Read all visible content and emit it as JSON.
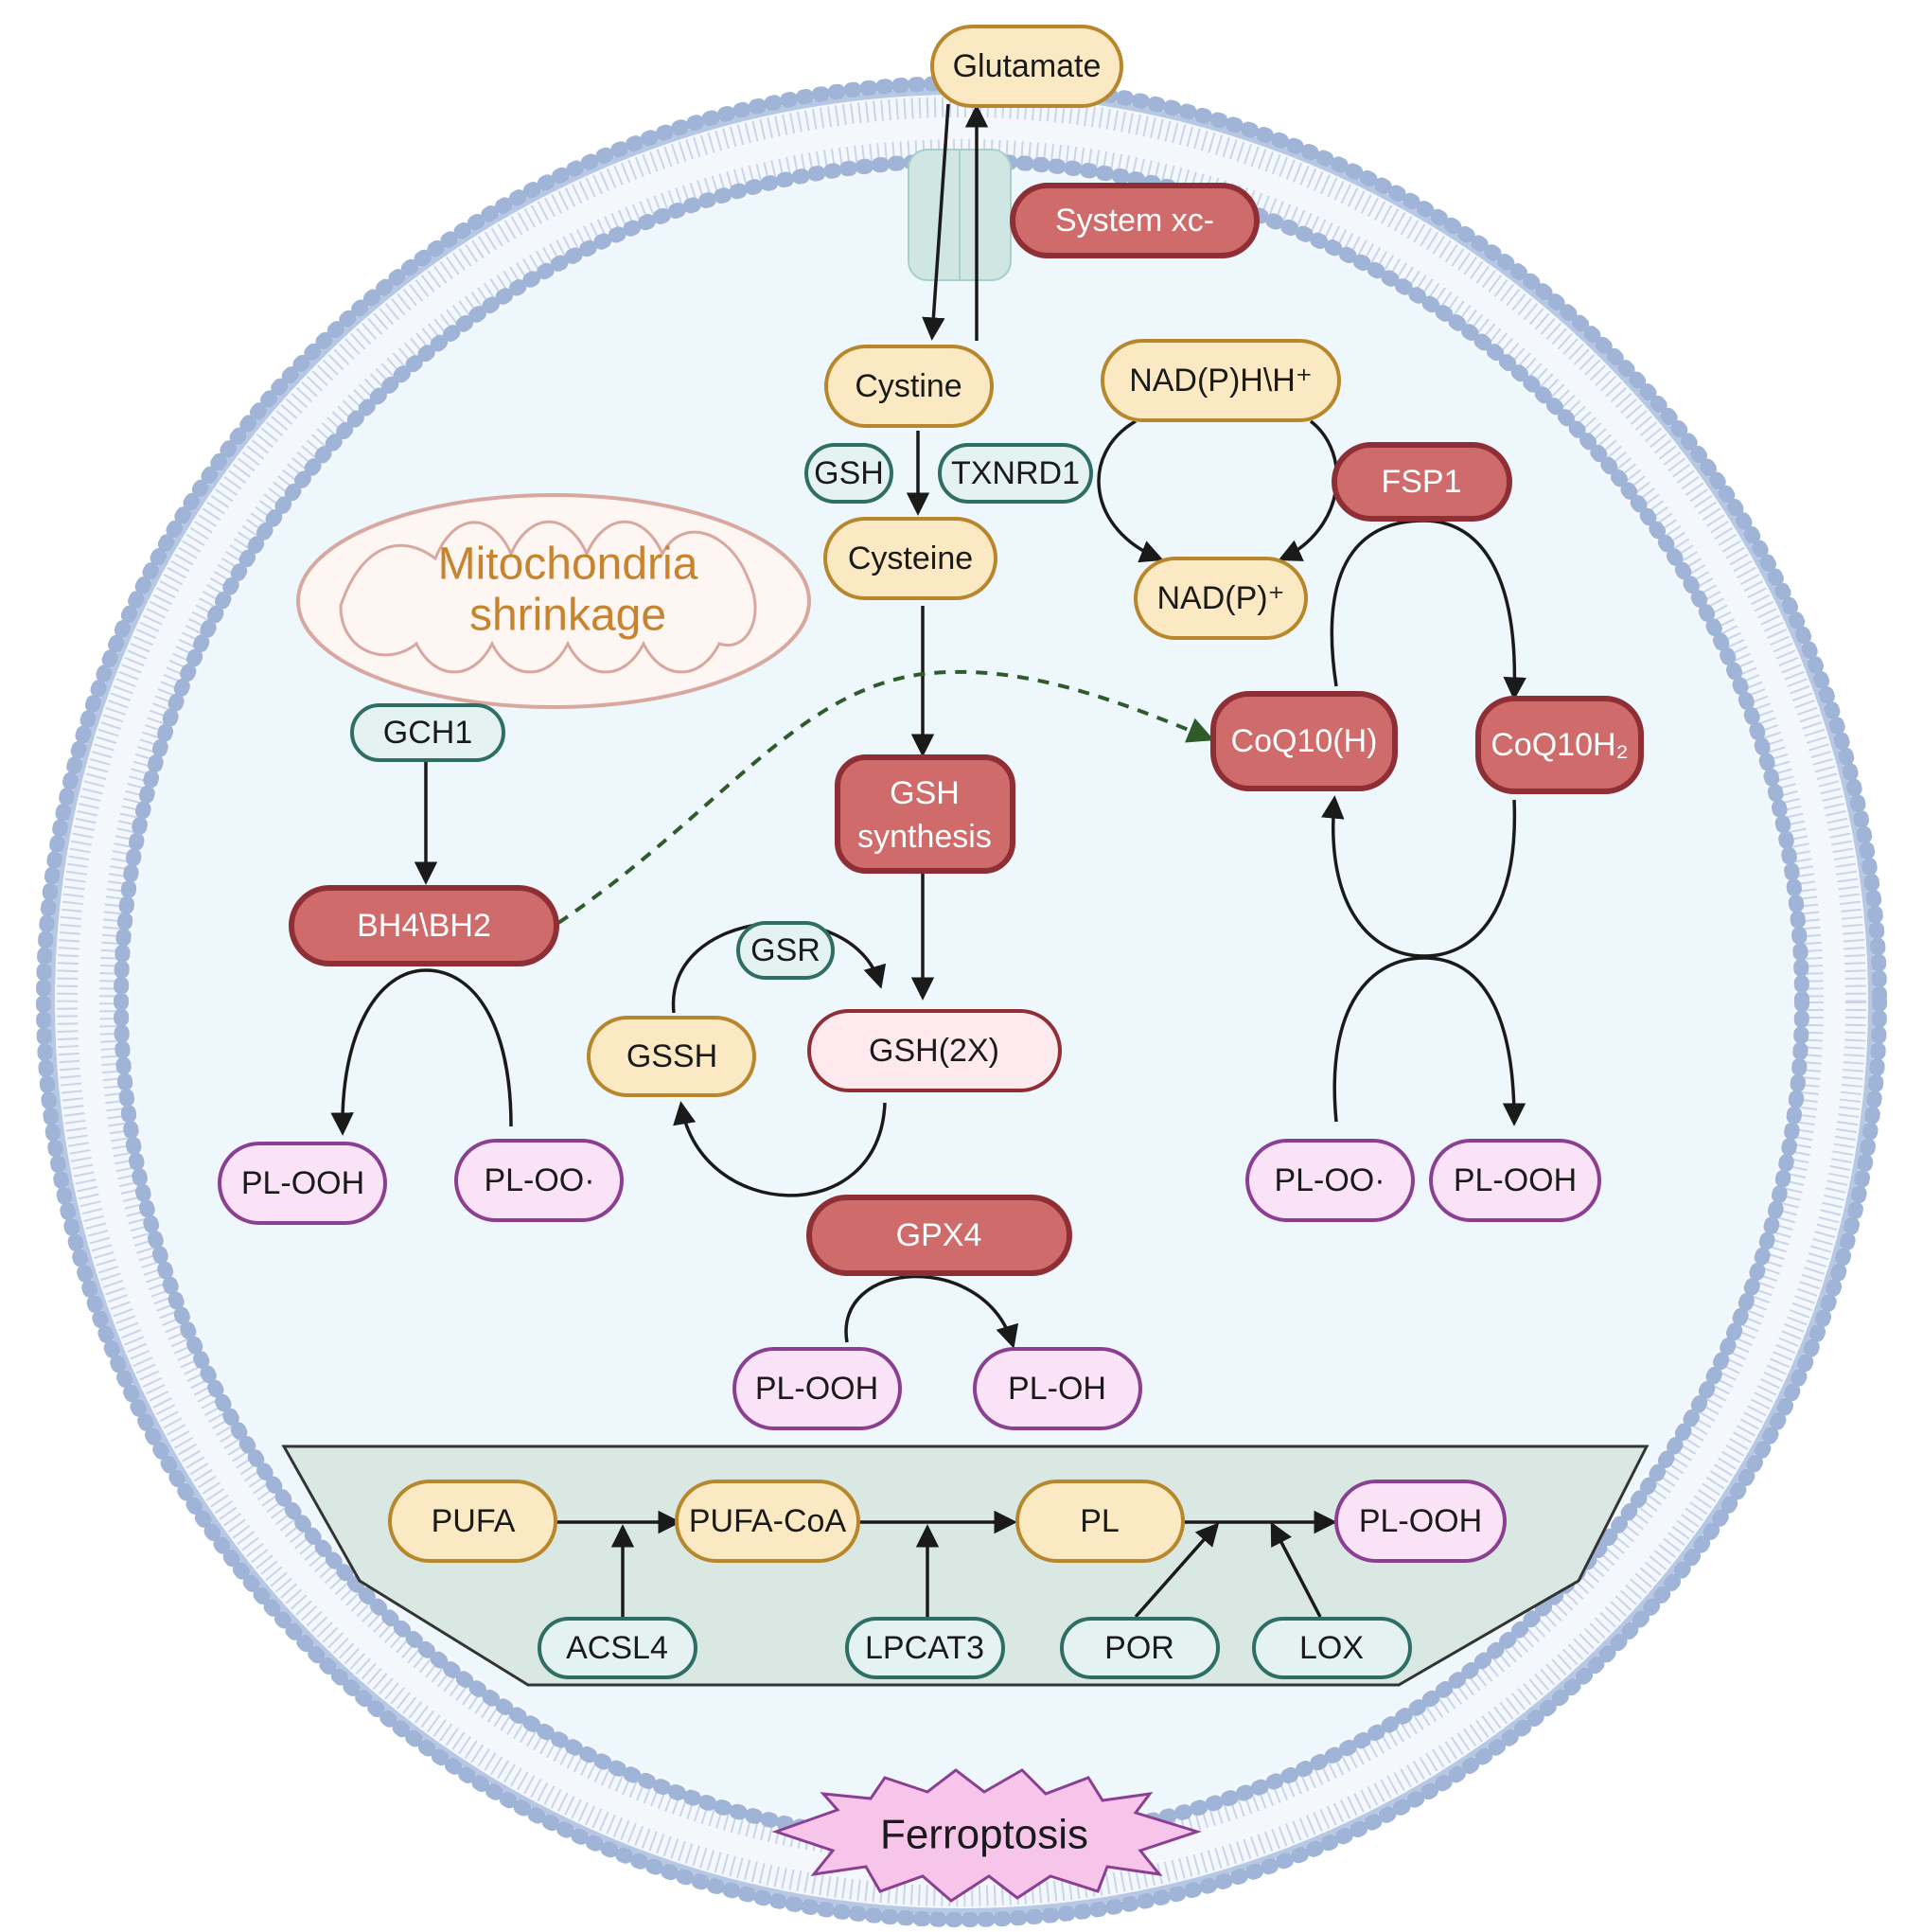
{
  "colors": {
    "cell_fill": "#eef7fc",
    "membrane_dot": "#9fb4d6",
    "yellow_fill": "#fbe9c3",
    "yellow_stroke": "#b8862b",
    "red_fill": "#d06b6b",
    "red_stroke": "#8e2f36",
    "teal_fill": "#e4f3f1",
    "teal_stroke": "#2e6e65",
    "pink_fill": "#fbe3f7",
    "pink_stroke": "#8a3f91",
    "light_pink_fill": "#fde9ee",
    "light_pink_stroke": "#8e2f36",
    "er_fill": "#d9e8e3",
    "mito_text": "#c8832e",
    "dashed_arrow": "#2f5a2a",
    "burst_fill": "#f7c5ea"
  },
  "labels": {
    "glutamate": "Glutamate",
    "system_xc": "System xc-",
    "cystine": "Cystine",
    "gsh_small": "GSH",
    "txnrd1": "TXNRD1",
    "cysteine": "Cysteine",
    "nadph": "NAD(P)H\\H⁺",
    "nadp": "NAD(P)⁺",
    "fsp1": "FSP1",
    "mito_line1": "Mitochondria",
    "mito_line2": "shrinkage",
    "gch1": "GCH1",
    "bh4": "BH4\\BH2",
    "gsh_syn_line1": "GSH",
    "gsh_syn_line2": "synthesis",
    "coq10h": "CoQ10(H)",
    "coq10h2": "CoQ10H₂",
    "gsr": "GSR",
    "gssh": "GSSH",
    "gsh2x": "GSH(2X)",
    "gpx4": "GPX4",
    "pl_ooh_left": "PL-OOH",
    "pl_oo_left": "PL-OO·",
    "pl_oo_right": "PL-OO·",
    "pl_ooh_right": "PL-OOH",
    "pl_ooh_gpx4": "PL-OOH",
    "pl_oh": "PL-OH",
    "pufa": "PUFA",
    "pufa_coa": "PUFA-CoA",
    "pl": "PL",
    "pl_ooh_er": "PL-OOH",
    "acsl4": "ACSL4",
    "lpcat3": "LPCAT3",
    "por": "POR",
    "lox": "LOX",
    "ferroptosis": "Ferroptosis"
  }
}
